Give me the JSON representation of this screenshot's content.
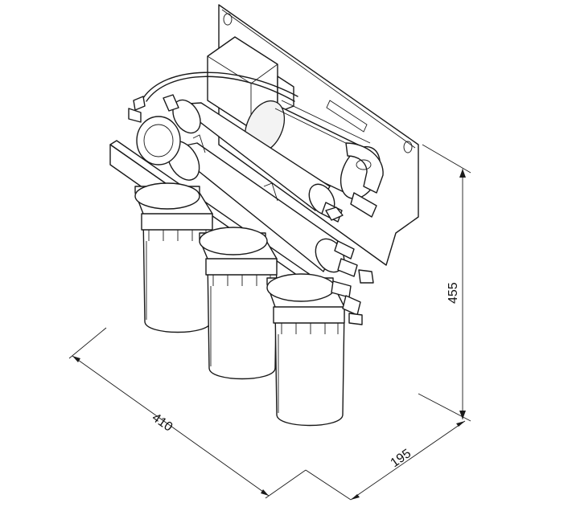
{
  "dimensions": {
    "width": "410",
    "depth": "195",
    "height": "455"
  }
}
